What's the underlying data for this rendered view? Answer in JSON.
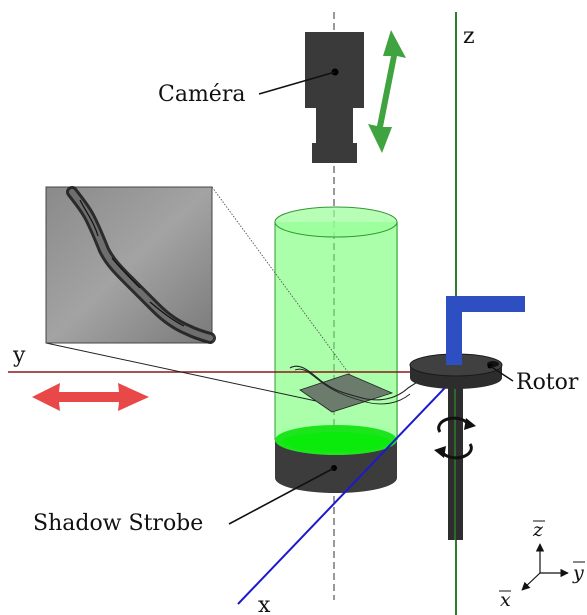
{
  "labels": {
    "camera": "Caméra",
    "rotor": "Rotor",
    "shadow_strobe": "Shadow Strobe"
  },
  "axes": {
    "x": "x",
    "y": "y",
    "z": "z"
  },
  "triad": {
    "x": "x",
    "y": "y",
    "z": "z"
  },
  "colors": {
    "cylinder_fill": "#66ff66",
    "cylinder_stroke": "#339933",
    "camera": "#3a3a3a",
    "camera_arrow": "#3fa33f",
    "y_axis": "#8b1a1a",
    "x_axis": "#1a1acc",
    "z_axis": "#2e7d2e",
    "rotor_arm": "#2e4fc2",
    "double_arrow_red": "#e84848",
    "strobe": "#3c3c3c",
    "rotor": "#2d2d2d"
  }
}
